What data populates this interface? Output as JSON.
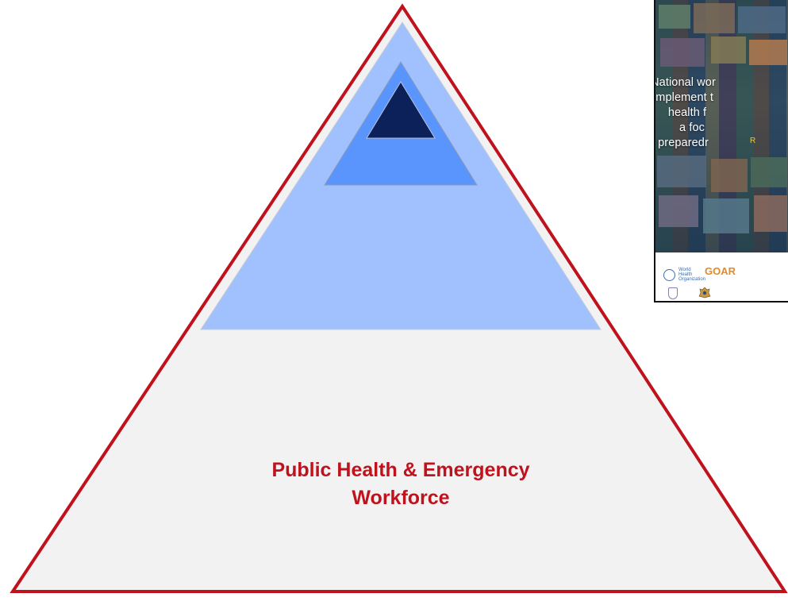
{
  "pyramid": {
    "base_label": [
      "Public Health & Emergency",
      "Workforce"
    ],
    "colors": {
      "outline": "#c0121d",
      "base_fill": "#f2f2f2",
      "middle_fill": "#a0c0fe",
      "upper_fill": "#5a95fe",
      "apex_fill": "#0c2059"
    }
  },
  "cover": {
    "title_lines": [
      "National wor",
      "implement t",
      "health f",
      "a foc",
      "preparedr"
    ],
    "subtitle": "R",
    "logos": {
      "who_text": "World Health Organization",
      "goarn": "GOAR"
    }
  }
}
